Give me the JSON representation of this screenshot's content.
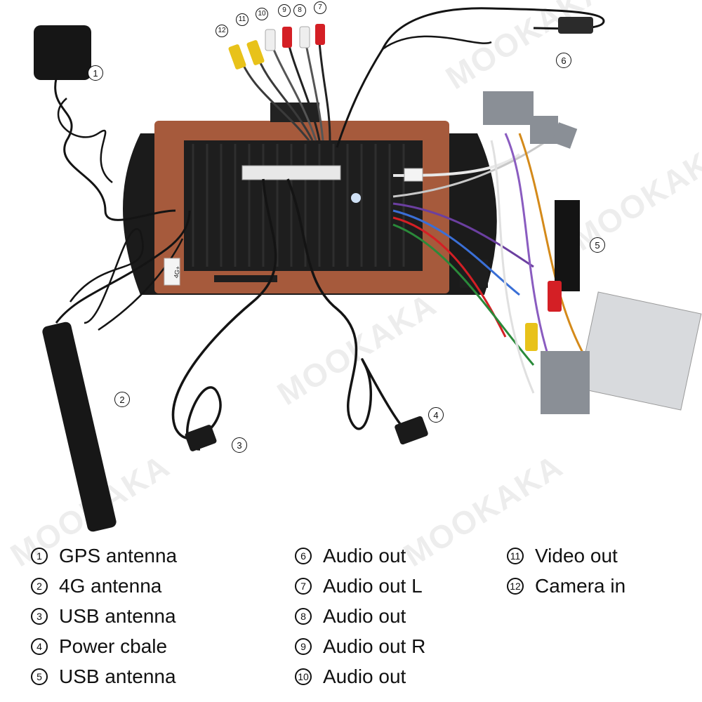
{
  "watermark": "MOOKAKA",
  "callouts": [
    "1",
    "2",
    "3",
    "4",
    "5",
    "6",
    "7",
    "8",
    "9",
    "10",
    "11",
    "12"
  ],
  "legend": {
    "col1": [
      {
        "num": "1",
        "label": "GPS antenna"
      },
      {
        "num": "2",
        "label": "4G antenna"
      },
      {
        "num": "3",
        "label": "USB antenna"
      },
      {
        "num": "4",
        "label": "Power cbale"
      },
      {
        "num": "5",
        "label": "USB antenna"
      }
    ],
    "col2": [
      {
        "num": "6",
        "label": "Audio out"
      },
      {
        "num": "7",
        "label": "Audio out L"
      },
      {
        "num": "8",
        "label": "Audio out"
      },
      {
        "num": "9",
        "label": "Audio out R"
      },
      {
        "num": "10",
        "label": "Audio out"
      }
    ],
    "col3": [
      {
        "num": "11",
        "label": "Video out"
      },
      {
        "num": "12",
        "label": "Camera in"
      }
    ]
  },
  "unit_label": "4G+",
  "colors": {
    "housing": "#a65a3c",
    "cable": "#141414",
    "rca_red": "#d41f25",
    "rca_yellow": "#e8c21a",
    "rca_white": "#eeeeee",
    "connector_grey": "#8a8f96"
  }
}
